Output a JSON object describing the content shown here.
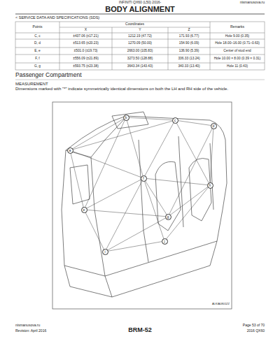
{
  "diagram": {
    "title": "BODY ALIGNMENT",
    "labels": [
      "INFINITI QX60 (L50) 2016-",
      "nismanusova.ru",
      "< SERVICE DATA AND SPECIFICATIONS (SDS)",
      "Points",
      "Coordinates",
      "X",
      "Y",
      "Z",
      "Remarks",
      "C, c",
      "±437.06 (±17.21)",
      "1212.19 (47.72)",
      "171.93 (6.77)",
      "Hole 9.00 (0.35)",
      "D, d",
      "±513.65 (±20.23)",
      "1270.09 (50.00)",
      "154.90 (6.09)",
      "Hole 18.00–16.00 (0.71–0.63)",
      "E, e",
      "±501.0 (±19.73)",
      "2663.00 (105.83)",
      "136.90 (5.39)",
      "Center of stud end",
      "F, f",
      "±556.09 (±21.89)",
      "3273.50 (128.88)",
      "336.33 (13.24)",
      "Hole 10.00 × 8.00 (0.39 × 0.31)",
      "G, g",
      "±593.75 (±23.38)",
      "3643.34 (143.43)",
      "340.33 (13.40)",
      "Hole 11 (0.43)",
      "Passenger Compartment",
      "MEASUREMENT",
      "Dimensions marked with \"*\" indicate symmetrically identical dimensions on both the LH and RH side of the vehicle.",
      "a",
      "b",
      "c",
      "d",
      "e",
      "f",
      "g",
      "h",
      "i",
      "j",
      "ALKIA0801ZZ",
      "nismanusova.ru",
      "Page 53 of 70",
      "Revision: April 2016",
      "BRM-52",
      "2016 QX60"
    ]
  }
}
